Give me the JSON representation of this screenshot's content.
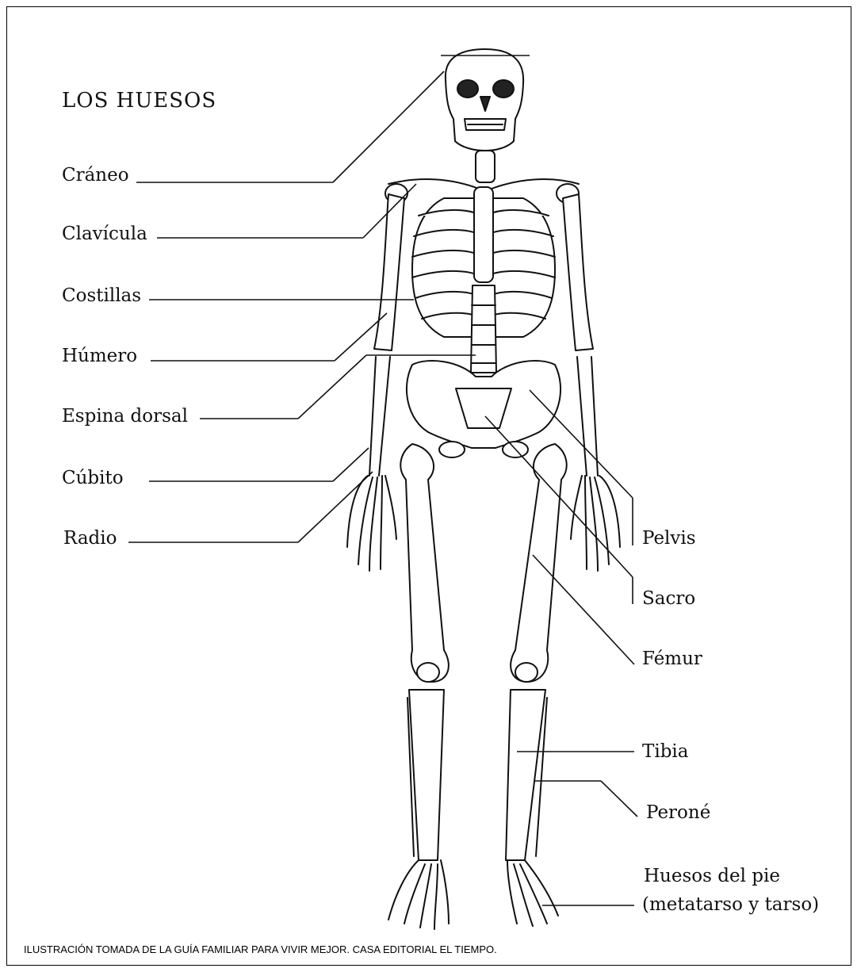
{
  "diagram": {
    "title": "LOS HUESOS",
    "left_labels": [
      "Cráneo",
      "Clavícula",
      "Costillas",
      "Húmero",
      "Espina dorsal",
      "Cúbito",
      "Radio"
    ],
    "right_labels": [
      "Pelvis",
      "Sacro",
      "Fémur",
      "Tibia",
      "Peroné"
    ],
    "foot_label_line1": "Huesos del pie",
    "foot_label_line2": "(metatarso y tarso)"
  },
  "footer": {
    "credit": "ILUSTRACIÓN TOMADA DE LA GUÍA FAMILIAR PARA VIVIR MEJOR.  CASA EDITORIAL EL TIEMPO."
  }
}
